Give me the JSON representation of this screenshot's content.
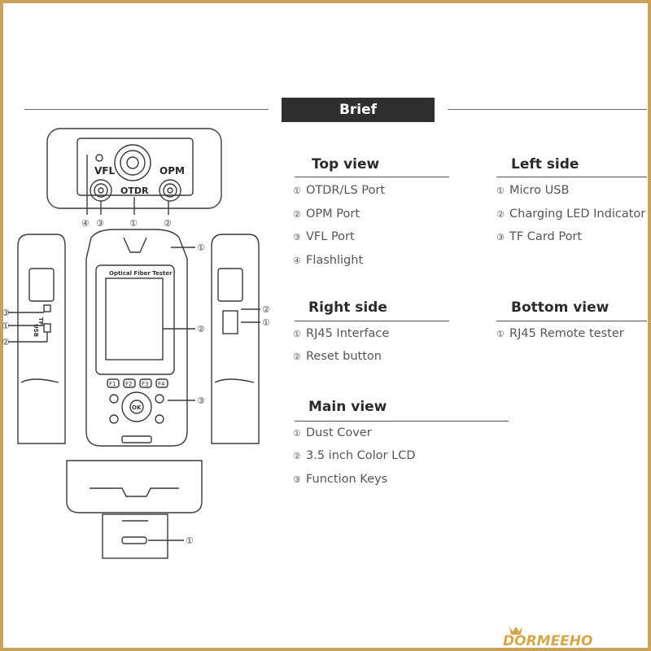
{
  "header": {
    "title": "Brief"
  },
  "sections": {
    "top_view": {
      "title": "Top view",
      "items": [
        "OTDR/LS Port",
        "OPM Port",
        "VFL Port",
        "Flashlight"
      ]
    },
    "left_side": {
      "title": "Left side",
      "items": [
        "Micro USB",
        "Charging LED Indicator",
        "TF Card Port"
      ]
    },
    "right_side": {
      "title": "Right side",
      "items": [
        "RJ45 Interface",
        "Reset button"
      ]
    },
    "bottom_view": {
      "title": "Bottom view",
      "items": [
        "RJ45 Remote tester"
      ]
    },
    "main_view": {
      "title": "Main view",
      "items": [
        "Dust Cover",
        "3.5 inch Color LCD",
        "Function Keys"
      ]
    }
  },
  "numbers": [
    "①",
    "②",
    "③",
    "④"
  ],
  "device": {
    "top_labels": {
      "vfl": "VFL",
      "otdr": "OTDR",
      "opm": "OPM"
    },
    "brand_label": "Optical Fiber Tester",
    "function_keys": [
      "F1",
      "F2",
      "F3",
      "F4"
    ],
    "ok_label": "OK",
    "left_side_labels": {
      "tf": "TF",
      "usb": "USB"
    }
  },
  "logo_text": "DORMEEHO",
  "colors": {
    "frame": "#c9a35c",
    "banner": "#2f2f2f",
    "line": "#3a3a3a",
    "logo": "#d4a84a"
  }
}
